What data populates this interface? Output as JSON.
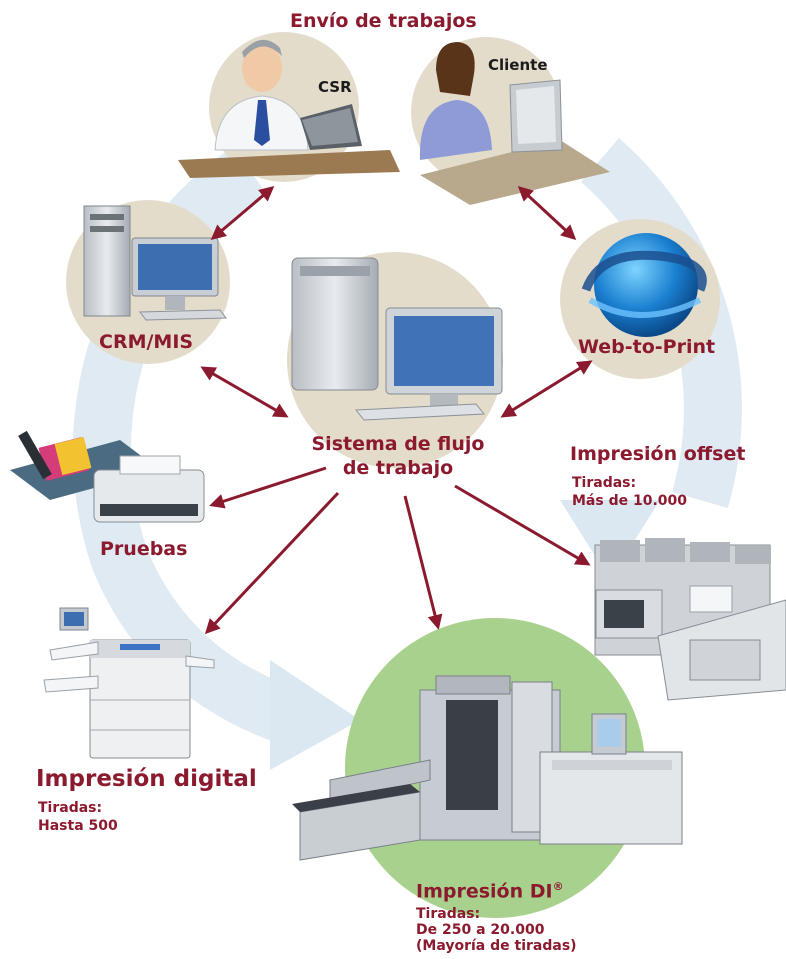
{
  "title": "Envío de trabajos",
  "nodes": {
    "csr": "CSR",
    "cliente": "Cliente",
    "crm": "CRM/MIS",
    "web": "Web-to-Print",
    "sistema_line1": "Sistema de flujo",
    "sistema_line2": "de trabajo",
    "pruebas": "Pruebas"
  },
  "offset": {
    "title": "Impresión offset",
    "runs_label": "Tiradas:",
    "runs_value": "Más de 10.000"
  },
  "digital": {
    "title": "Impresión digital",
    "runs_label": "Tiradas:",
    "runs_value": "Hasta 500"
  },
  "di": {
    "title": "Impresión DI",
    "mark": "®",
    "runs_label": "Tiradas:",
    "runs_value": "De 250 a 20.000",
    "note": "(Mayoría de tiradas)"
  },
  "colors": {
    "label": "#8b1a2f",
    "arrow": "#8b1a2f",
    "circle_beige": "#e4dccb",
    "circle_green": "#a9d18e",
    "flow_arrow": "#dbe8f2"
  }
}
